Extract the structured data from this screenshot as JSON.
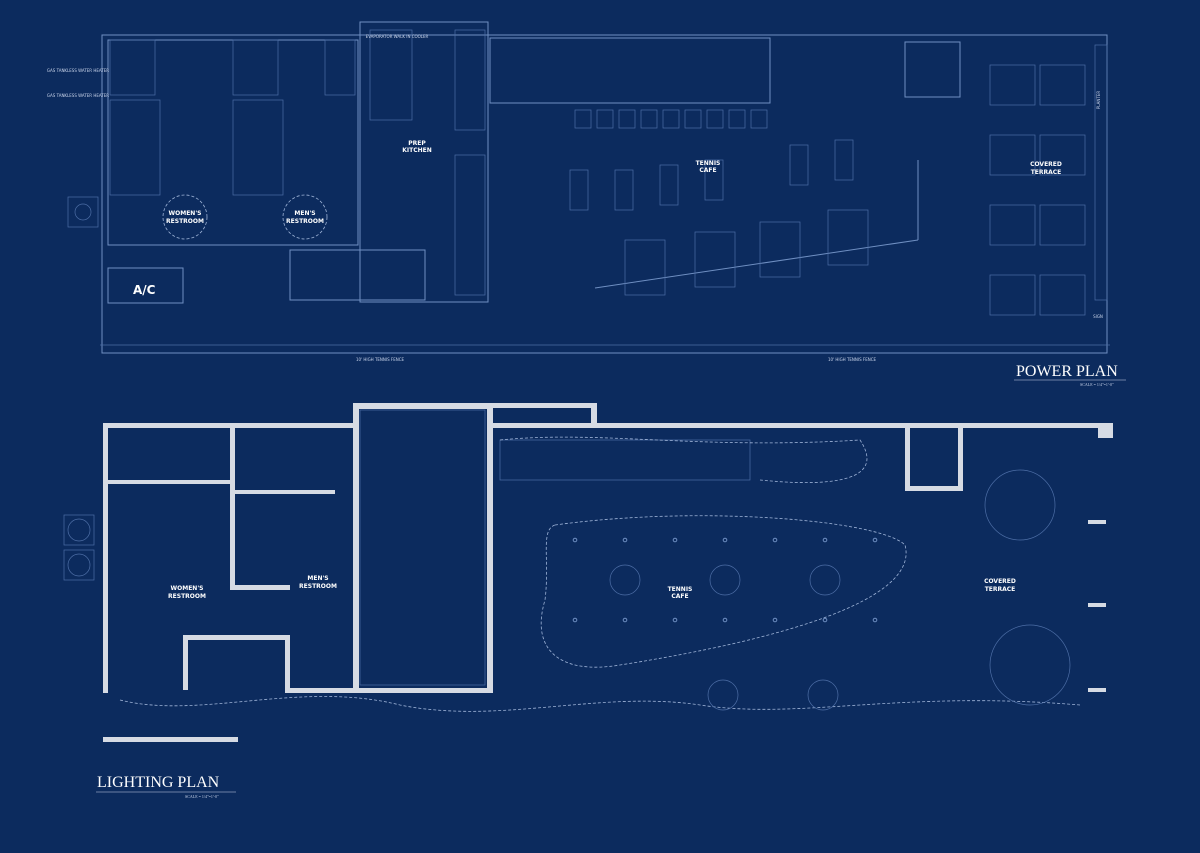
{
  "power_plan": {
    "title": "POWER PLAN",
    "scale": "SCALE = 1/4\"=1'-0\"",
    "rooms": {
      "womens_restroom": [
        "WOMEN'S",
        "RESTROOM"
      ],
      "mens_restroom": [
        "MEN'S",
        "RESTROOM"
      ],
      "prep_kitchen": [
        "PREP",
        "KITCHEN"
      ],
      "tennis_cafe": [
        "TENNIS",
        "CAFE"
      ],
      "covered_terrace": [
        "COVERED",
        "TERRACE"
      ],
      "ac": "A/C"
    },
    "notes": {
      "water_heater_1": "GAS TANKLESS WATER HEATER",
      "water_heater_2": "GAS TANKLESS WATER HEATER",
      "walk_in_cooler": "EVAPORATOR WALK IN COOLER",
      "fence_left": "10' HIGH TENNIS FENCE",
      "fence_right": "10' HIGH TENNIS FENCE",
      "planter": "PLANTER",
      "sign": "SIGN"
    }
  },
  "lighting_plan": {
    "title": "LIGHTING PLAN",
    "scale": "SCALE = 1/4\"=1'-0\"",
    "rooms": {
      "womens_restroom": [
        "WOMEN'S",
        "RESTROOM"
      ],
      "mens_restroom": [
        "MEN'S",
        "RESTROOM"
      ],
      "tennis_cafe": [
        "TENNIS",
        "CAFE"
      ],
      "covered_terrace": [
        "COVERED",
        "TERRACE"
      ]
    }
  },
  "colors": {
    "background": "#0c2b5e",
    "linework": "#6f8fc2",
    "walls": "#d6dbe4",
    "text": "#ffffff"
  }
}
